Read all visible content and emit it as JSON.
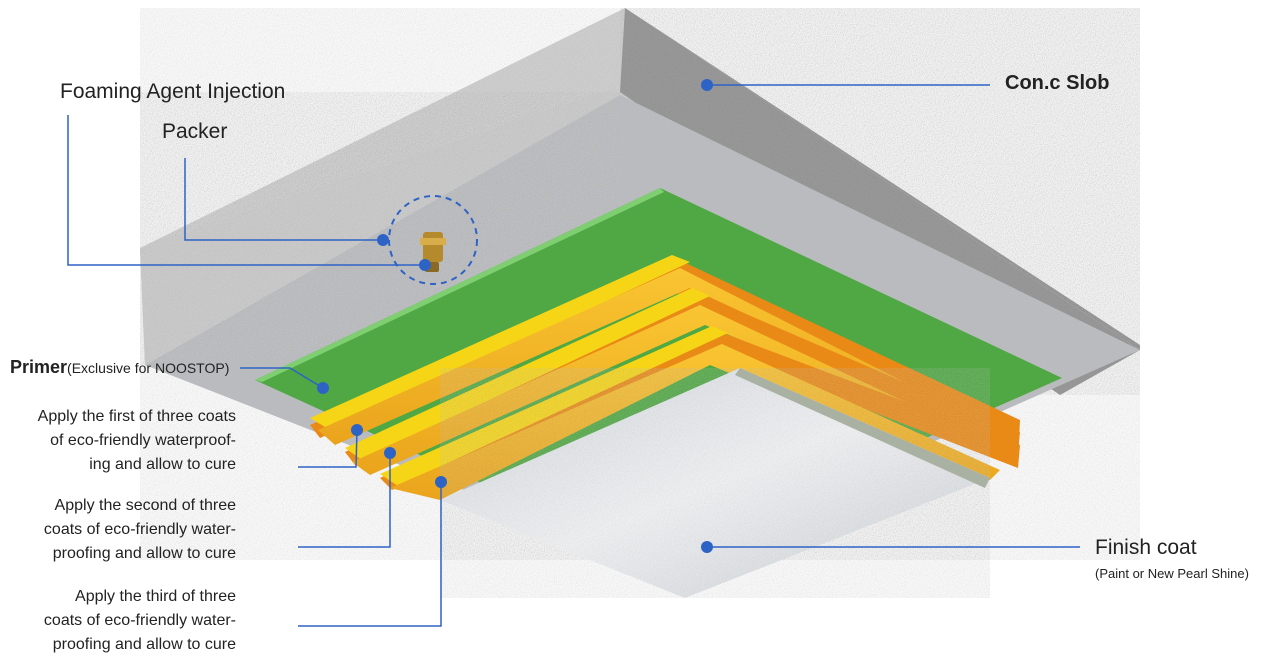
{
  "labels": {
    "foaming_agent_injection": "Foaming Agent Injection",
    "packer": "Packer",
    "conc_slab": "Con.c Slob",
    "primer_bold": "Primer",
    "primer_note": "(Exclusive for NOOSTOP)",
    "coat1": [
      "Apply the first of three coats",
      "of eco-friendly waterproof-",
      "ing and allow to cure"
    ],
    "coat2": [
      "Apply the second of three",
      "coats of eco-friendly water-",
      "proofing and allow to cure"
    ],
    "coat3": [
      "Apply the third of three",
      "coats of eco-friendly water-",
      "proofing and allow to cure"
    ],
    "finish_coat": "Finish coat",
    "finish_note": "(Paint or New Pearl Shine)"
  },
  "colors": {
    "leader_line": "#2e63c6",
    "concrete_light": "#d6d6d6",
    "concrete_dark": "#9a9a9a",
    "slab_underside": "#b9bbbe",
    "primer_green": "#4fa843",
    "coat_yellow": "#f6d516",
    "coat_orange": "#e98a17",
    "finish_white": "#e9ebee"
  }
}
